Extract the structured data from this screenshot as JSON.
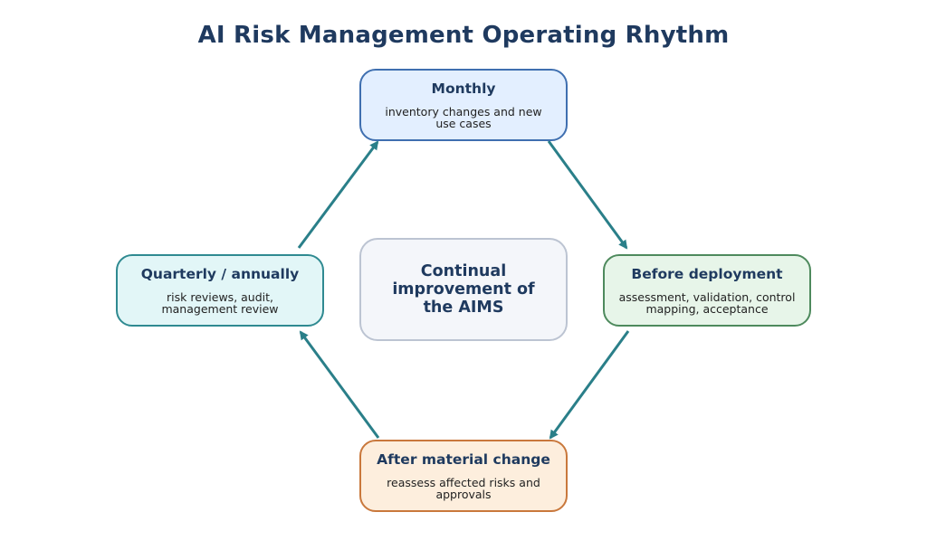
{
  "title": "AI Risk Management Operating Rhythm",
  "center": {
    "text": "Continual improvement of the AIMS"
  },
  "nodes": [
    {
      "title": "Monthly",
      "desc": "inventory changes and new use cases",
      "color": "#3f6fb0",
      "fill": "#e3efff"
    },
    {
      "title": "Before deployment",
      "desc": "assessment, validation, control mapping, acceptance",
      "color": "#4e8a5d",
      "fill": "#e7f5e9"
    },
    {
      "title": "After material change",
      "desc": "reassess affected risks and approvals",
      "color": "#c9783c",
      "fill": "#fdeedd"
    },
    {
      "title": "Quarterly / annually",
      "desc": "risk reviews, audit, management review",
      "color": "#2f8a91",
      "fill": "#e2f6f7"
    }
  ],
  "arrow_color": "#2a7f89"
}
